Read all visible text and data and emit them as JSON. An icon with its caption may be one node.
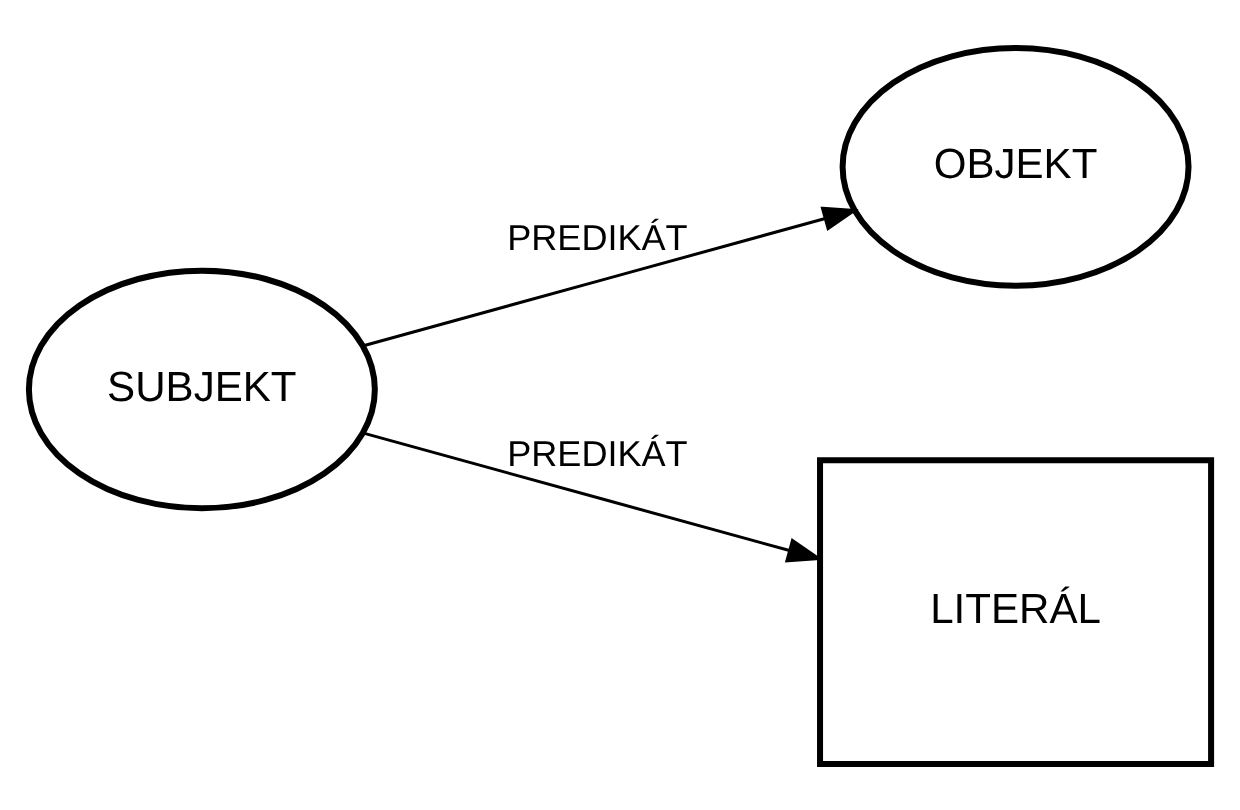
{
  "diagram": {
    "nodes": [
      {
        "text": [
          "SUBJEKT"
        ]
      },
      {
        "text": [
          "OBJEKT"
        ]
      },
      {
        "text": [
          "LITERÁL"
        ]
      }
    ],
    "edges": [
      {
        "from": 0,
        "to": 1,
        "arrow": "to",
        "label": "PREDIKÁT"
      },
      {
        "from": 0,
        "to": 2,
        "arrow": "to",
        "label": "PREDIKÁT"
      }
    ]
  }
}
